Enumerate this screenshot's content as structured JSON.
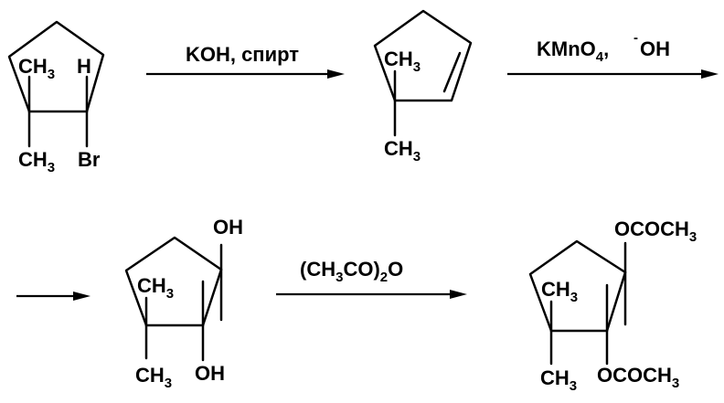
{
  "reaction_scheme": {
    "step1": {
      "reagent": "KOH, спирт",
      "reactant": {
        "ch3_top": "CH3",
        "h": "H",
        "ch3_bottom": "CH3",
        "br": "Br"
      },
      "product": {
        "ch3_top": "CH3",
        "ch3_bottom": "CH3"
      }
    },
    "step2": {
      "reagent_main": "KMnO4,",
      "reagent_charge": "-",
      "reagent_oh": "OH",
      "product": {
        "oh_top": "OH",
        "ch3_top": "CH3",
        "ch3_bottom": "CH3",
        "oh_bottom": "OH"
      }
    },
    "step3": {
      "reagent": "(CH3CO)2O",
      "product": {
        "ococh3_top": "OCOCH3",
        "ch3_top": "CH3",
        "ch3_bottom": "CH3",
        "ococh3_bottom": "OCOCH3"
      }
    }
  }
}
